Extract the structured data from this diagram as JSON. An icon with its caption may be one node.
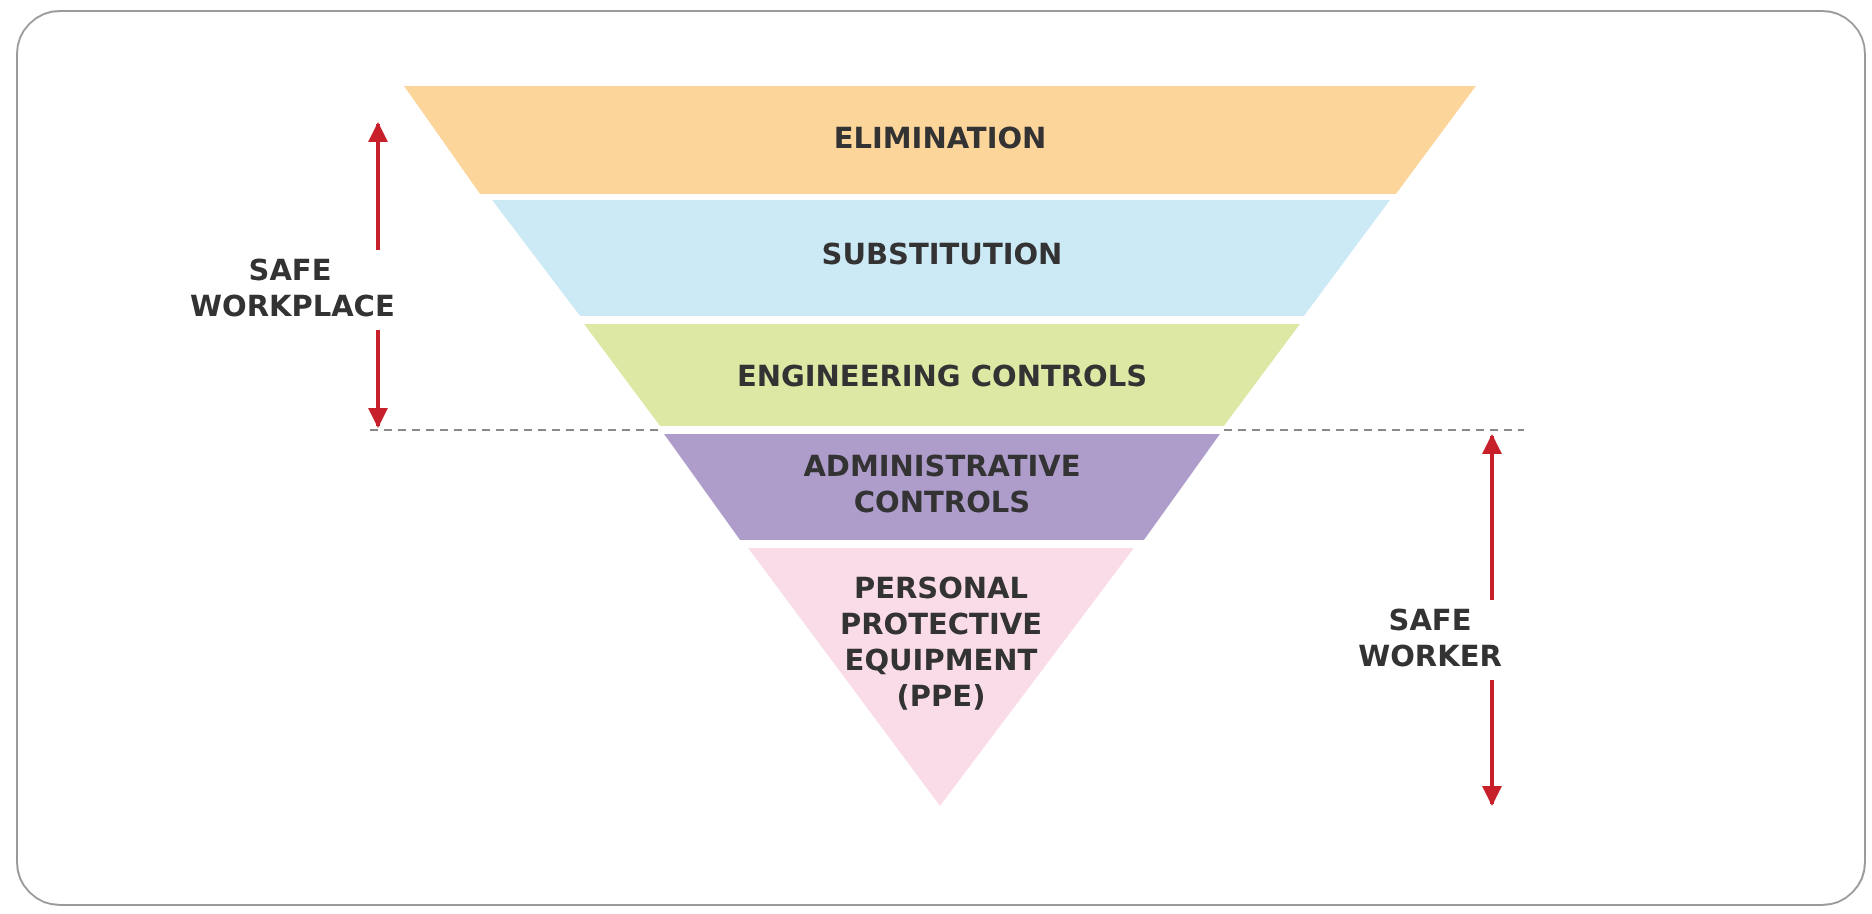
{
  "diagram": {
    "nodes": [
      {
        "text": [
          "ELIMINATION"
        ]
      },
      {
        "text": [
          "SUBSTITUTION"
        ]
      },
      {
        "text": [
          "ENGINEERING CONTROLS"
        ]
      },
      {
        "text": [
          "ADMINISTRATIVE CONTROLS"
        ]
      },
      {
        "text": [
          "PERSONAL PROTECTIVE EQUIPMENT (PPE)"
        ]
      }
    ],
    "edges": [],
    "labels": [
      "SAFE WORKPLACE",
      "SAFE WORKER"
    ]
  }
}
